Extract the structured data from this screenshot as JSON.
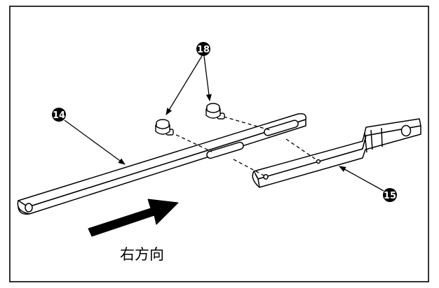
{
  "callouts": {
    "screws": "18",
    "long_bar": "14",
    "short_bar": "15"
  },
  "direction_label": "右方向",
  "colors": {
    "line": "#000000",
    "part_fill": "#ffffff",
    "callout_fill": "#000000",
    "callout_text": "#ffffff"
  }
}
